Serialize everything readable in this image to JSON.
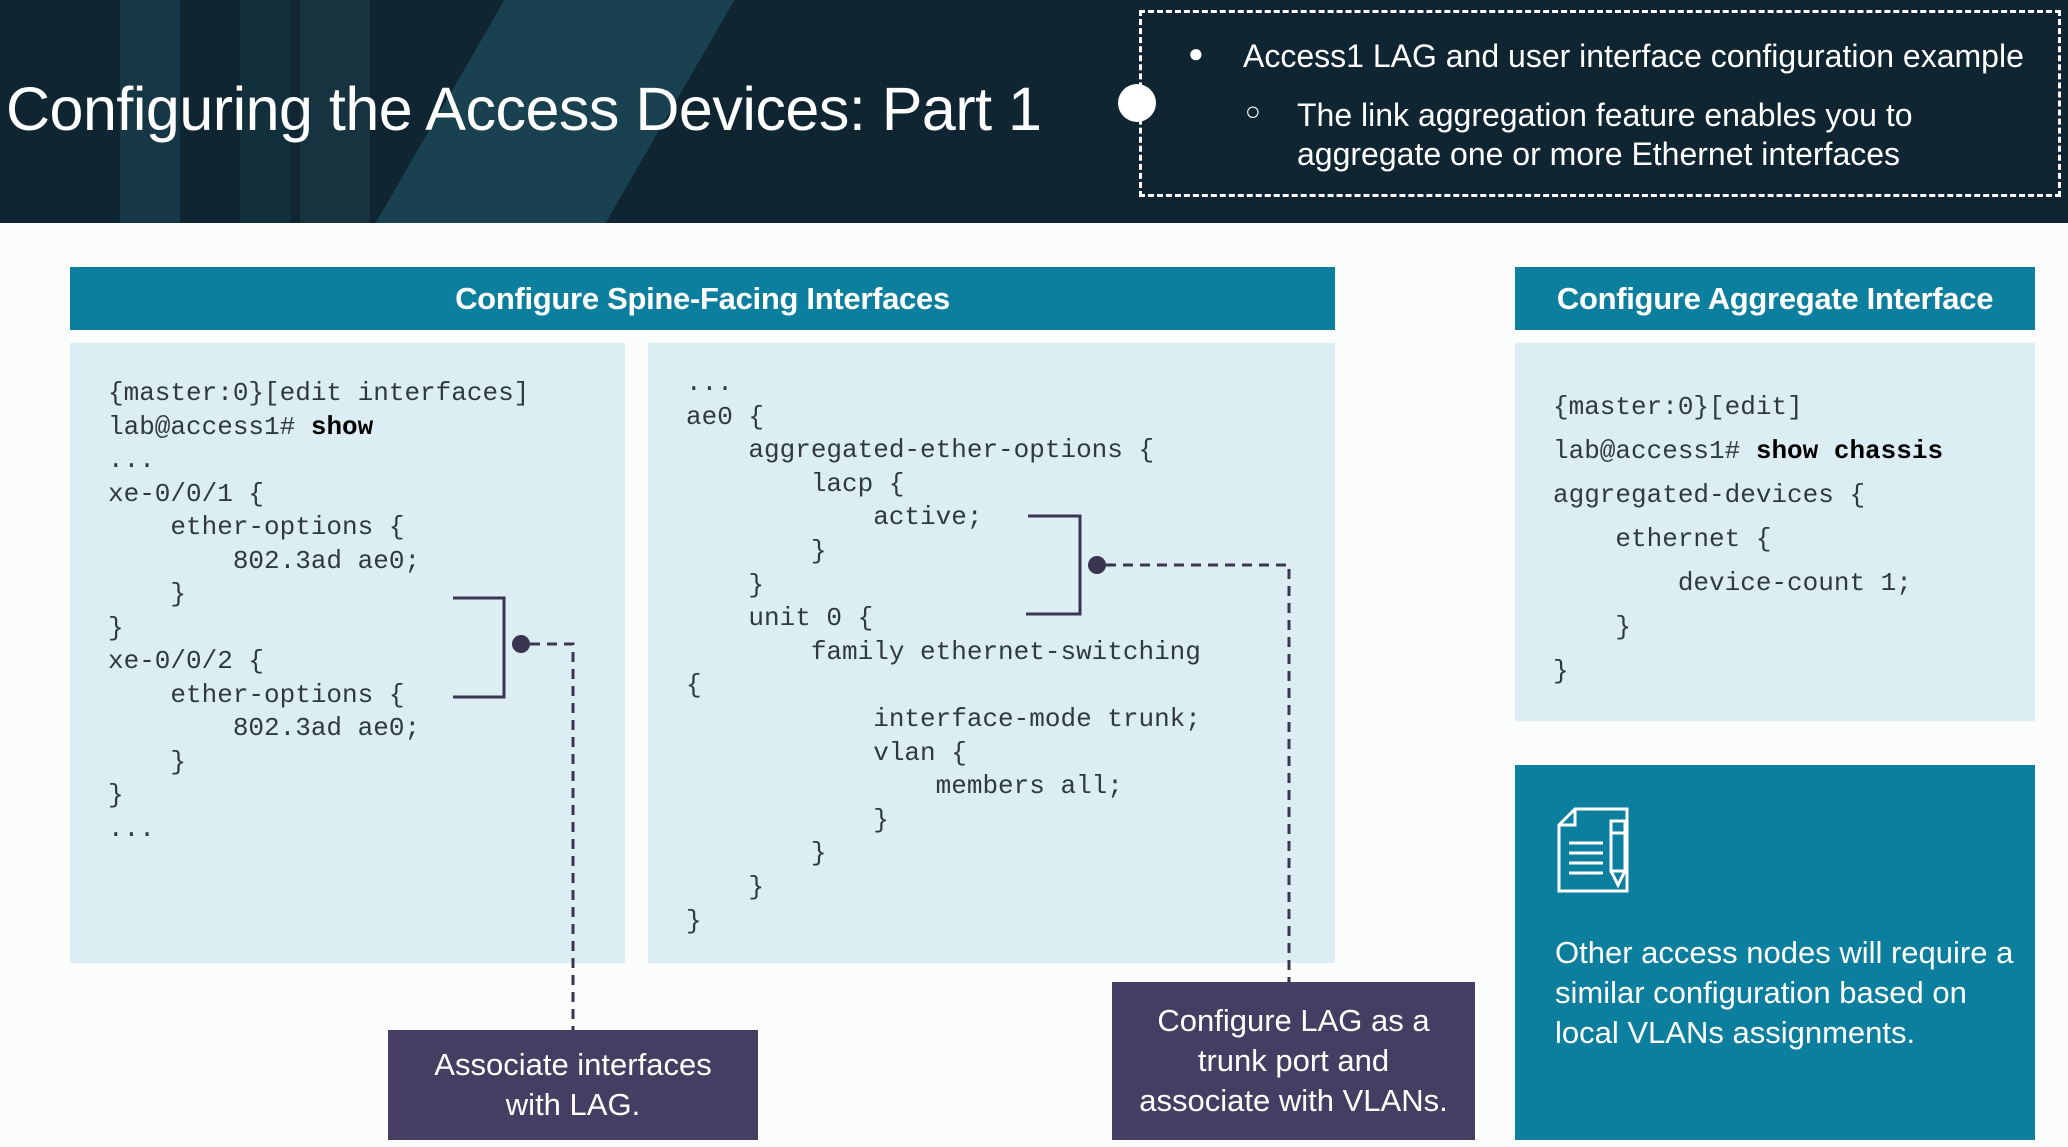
{
  "header": {
    "title": "Configuring the Access Devices: Part 1",
    "bullet_main": "Access1 LAG and user interface configuration example",
    "bullet_sub": "The link aggregation feature enables you to aggregate one or more Ethernet interfaces"
  },
  "spine_section": {
    "heading": "Configure Spine-Facing Interfaces",
    "left_code": {
      "prompt_line1": "{master:0}[edit interfaces]",
      "prompt_prefix": "lab@access1# ",
      "command": "show",
      "body": "...\nxe-0/0/1 {\n    ether-options {\n        802.3ad ae0;\n    }\n}\nxe-0/0/2 {\n    ether-options {\n        802.3ad ae0;\n    }\n}\n..."
    },
    "right_code": {
      "body": "...\nae0 {\n    aggregated-ether-options {\n        lacp {\n            active;\n        }\n    }\n    unit 0 {\n        family ethernet-switching\n{\n            interface-mode trunk;\n            vlan {\n                members all;\n            }\n        }\n    }\n}"
    }
  },
  "aggregate_section": {
    "heading": "Configure Aggregate Interface",
    "prompt_line1": "{master:0}[edit]",
    "prompt_prefix": "lab@access1# ",
    "command": "show chassis",
    "body": "aggregated-devices {\n    ethernet {\n        device-count 1;\n    }\n}"
  },
  "callouts": {
    "associate": "Associate interfaces with LAG.",
    "trunk": "Configure LAG as a trunk port and associate with VLANs."
  },
  "note": {
    "icon": "document-pen-icon",
    "text": "Other access nodes will require a similar configuration based on local VLANs assignments."
  },
  "colors": {
    "header_bg": "#0f2531",
    "accent_teal": "#0d7f9e",
    "code_bg": "#dceef3",
    "callout_purple": "#453e62"
  }
}
